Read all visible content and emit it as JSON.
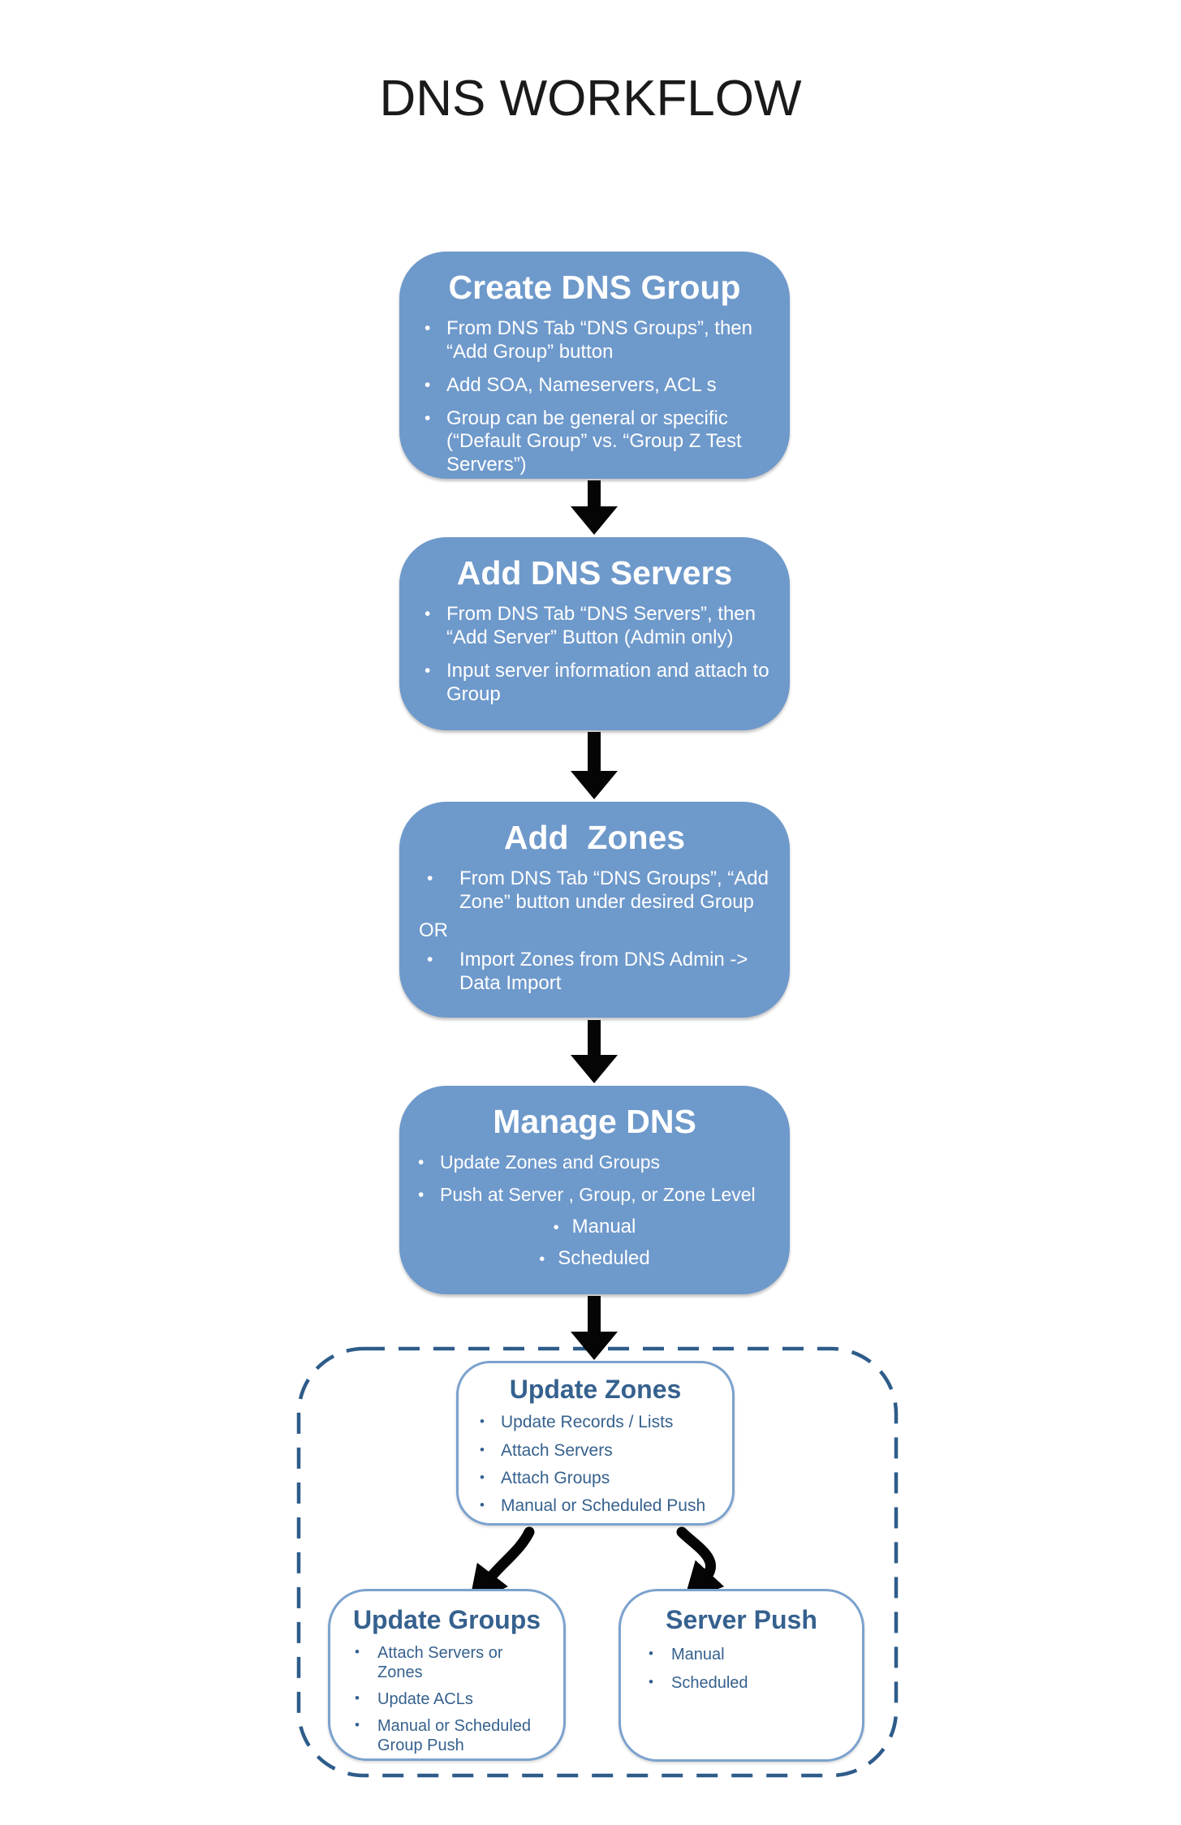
{
  "page": {
    "title": "DNS WORKFLOW"
  },
  "colors": {
    "background": "#FFFFFF",
    "title_text": "#1A1A1A",
    "box_fill": "#6E99CB",
    "box_text": "#FFFFFF",
    "detail_border": "#7BA2CE",
    "detail_text": "#36618E",
    "dashed_border": "#2E5C8A",
    "arrow": "#050505"
  },
  "flow_boxes": [
    {
      "id": "create-dns-group",
      "title": "Create DNS Group",
      "bullets": [
        "From DNS Tab “DNS Groups”, then “Add Group” button",
        "Add SOA, Nameservers, ACL s",
        "Group can be general or specific (“Default Group” vs. “Group Z Test Servers”)"
      ]
    },
    {
      "id": "add-dns-servers",
      "title": "Add DNS Servers",
      "bullets": [
        "From DNS Tab “DNS Servers”, then “Add Server” Button (Admin only)",
        "Input server information and attach to Group"
      ]
    },
    {
      "id": "add-zones",
      "title": "Add  Zones",
      "bullets": [
        "From DNS Tab “DNS Groups”, “Add Zone” button under desired Group",
        "Import Zones from DNS Admin -> Data Import"
      ],
      "or_label": "OR"
    },
    {
      "id": "manage-dns",
      "title": "Manage DNS",
      "bullets": [
        "Update Zones and Groups",
        "Push at Server , Group, or Zone Level"
      ],
      "sub_bullets": [
        "Manual",
        "Scheduled"
      ]
    }
  ],
  "detail_boxes": {
    "update_zones": {
      "title": "Update Zones",
      "bullets": [
        "Update Records / Lists",
        "Attach Servers",
        "Attach Groups",
        "Manual or Scheduled Push"
      ]
    },
    "update_groups": {
      "title": "Update Groups",
      "bullets": [
        "Attach Servers or Zones",
        "Update ACLs",
        "Manual or Scheduled Group Push"
      ]
    },
    "server_push": {
      "title": "Server Push",
      "bullets": [
        "Manual",
        "Scheduled"
      ]
    }
  }
}
